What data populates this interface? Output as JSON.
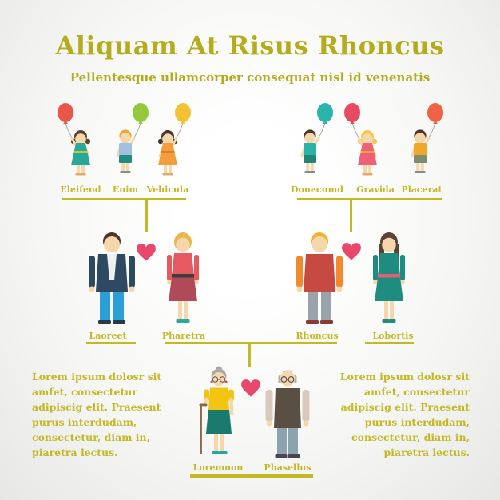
{
  "page": {
    "title": "Aliquam At Risus Rhoncus",
    "subtitle": "Pellentesque ullamcorper consequat nisl id venenatis"
  },
  "colors": {
    "olive_dark": "#b3ad1d",
    "olive": "#c3b925",
    "heart": "#e8486b",
    "skin": "#f6d7ab",
    "balloon_string": "#a3a396",
    "background_edge": "#e7e7e5"
  },
  "figures": {
    "eleifend": {
      "label": "Eleifend",
      "kind": "girl",
      "hair": "#5a4132",
      "dress": "#2aa79b",
      "belt": "#bfc93a",
      "shoes": "#e0a96e",
      "balloon": "#e8564a",
      "balloon_side": "left"
    },
    "enim": {
      "label": "Enim",
      "kind": "boy",
      "hair": "#e8a93c",
      "shirt": "#a3bfe0",
      "shorts": "#1f8c80",
      "shoes": "#8a8a8a",
      "balloon": "#94c83d",
      "balloon_side": "right"
    },
    "vehicula": {
      "label": "Vehicula",
      "kind": "girl",
      "hair": "#47342b",
      "dress": "#f29e3c",
      "belt": "#d9822a",
      "shoes": "#e0a96e",
      "balloon": "#f2c233",
      "balloon_side": "right"
    },
    "donecumd": {
      "label": "Donecumd",
      "kind": "boy",
      "hair": "#4a3a30",
      "shirt": "#2ab3a8",
      "shorts": "#1f8578",
      "shoes": "#8a8a8a",
      "balloon": "#2ab5ac",
      "balloon_side": "right"
    },
    "gravida": {
      "label": "Gravida",
      "kind": "girl",
      "hair": "#f2c84d",
      "dress": "#ee6077",
      "belt": "#f2a73c",
      "shoes": "#e0a96e",
      "balloon": "#e84a62",
      "balloon_side": "left"
    },
    "placerat": {
      "label": "Placerat",
      "kind": "boy",
      "hair": "#52362a",
      "shirt": "#f0a82b",
      "shorts": "#7d8d72",
      "shoes": "#8a8a8a",
      "balloon": "#ee6246",
      "balloon_side": "right"
    },
    "laoreet": {
      "label": "Laoreet",
      "kind": "man",
      "hair": "#4e342a",
      "coat": "#2e4a62",
      "shirt": "#eef0f1",
      "sleeves": "#2e4a62",
      "pants": "#2b9fd8",
      "shoes": "#2a3a4a"
    },
    "pharetra": {
      "label": "Pharetra",
      "kind": "woman",
      "hair": "#e8b84b",
      "hair_long": false,
      "top": "#e55a60",
      "belt": "#3d3d3d",
      "skirt": "#b04a58",
      "shoes": "#2aa79b"
    },
    "rhoncus": {
      "label": "Rhoncus",
      "kind": "man",
      "hair": "#f0b32c",
      "coat": "#c64a42",
      "shirt": "",
      "sleeves": "#f08a2c",
      "pants": "#9aa3ab",
      "shoes": "#8c3a34"
    },
    "lobortis": {
      "label": "Lobortis",
      "kind": "woman",
      "hair": "#5a4438",
      "hair_long": true,
      "top": "#1f8c80",
      "belt": "#e0607a",
      "skirt": "#1f8c80",
      "shoes": "#1f8c80"
    },
    "loremnon": {
      "label": "Loremnon",
      "kind": "grandma",
      "hair": "#a9a9a9",
      "top": "#f2c513",
      "skirt": "#1a7a6e",
      "cane": "#8a6a42",
      "shoes": "#2aa79b"
    },
    "phasellus": {
      "label": "Phasellus",
      "kind": "grandpa",
      "hair": "#b3ada7",
      "vest": "#5a4f43",
      "sleeves": "#d9c9bb",
      "pants": "#8ca3ae",
      "shoes": "#4a4452"
    }
  },
  "tree": {
    "couple_left": {
      "partners": [
        "Laoreet",
        "Pharetra"
      ],
      "children": [
        "Eleifend",
        "Enim",
        "Vehicula"
      ]
    },
    "couple_right": {
      "partners": [
        "Rhoncus",
        "Lobortis"
      ],
      "children": [
        "Donecumd",
        "Gravida",
        "Placerat"
      ]
    },
    "grandparents": {
      "partners": [
        "Loremnon",
        "Phasellus"
      ],
      "children": [
        "Pharetra",
        "Rhoncus"
      ]
    }
  },
  "paragraphs": {
    "left": {
      "lines": [
        "Lorem ipsum dolosr sit",
        "amfet, consectetur",
        "adipiscig elit. Praesent",
        "purus interdudam,",
        "consectetur, diam in,",
        "piaretra lectus."
      ]
    },
    "right": {
      "lines": [
        "Lorem ipsum dolosr sit",
        "amfet, consectetur",
        "adipiscig elit. Praesent",
        "purus interdudam,",
        "consectetur, diam in,",
        "piaretra lectus."
      ]
    }
  }
}
